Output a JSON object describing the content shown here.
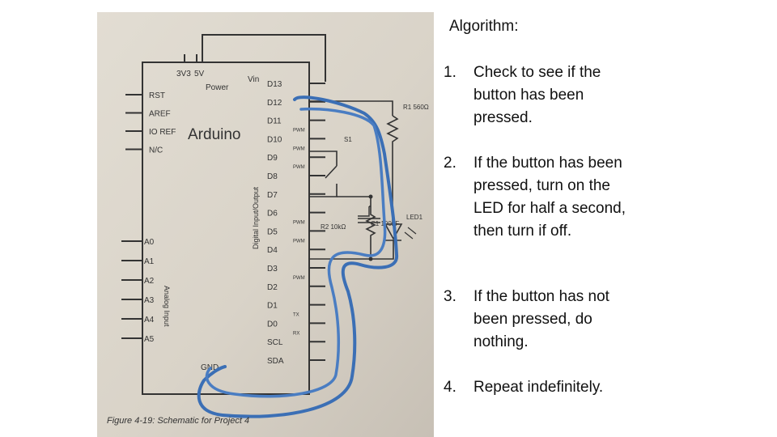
{
  "figure": {
    "caption": "Figure 4-19: Schematic for Project 4",
    "board_name": "Arduino",
    "power_label": "Power",
    "digital_label": "Digital Input/Output",
    "analog_label": "Analog Input",
    "top_pins": [
      "3V3",
      "5V",
      "Vin"
    ],
    "left_pins": [
      "RST",
      "AREF",
      "IO REF",
      "N/C"
    ],
    "analog_pins": [
      "A0",
      "A1",
      "A2",
      "A3",
      "A4",
      "A5"
    ],
    "digital_pins": [
      "D13",
      "D12",
      "D11",
      "D10",
      "D9",
      "D8",
      "D7",
      "D6",
      "D5",
      "D4",
      "D3",
      "D2",
      "D1",
      "D0",
      "SCL",
      "SDA"
    ],
    "pin_tags": [
      "",
      "",
      "PWM",
      "PWM",
      "PWM",
      "",
      "",
      "PWM",
      "PWM",
      "",
      "PWM",
      "",
      "TX",
      "RX",
      "",
      ""
    ],
    "gnd_label": "GND",
    "components": {
      "r1": "R1 560Ω",
      "s1": "S1",
      "r2": "R2 10kΩ",
      "c1": "C1 100nF",
      "led1": "LED1"
    }
  },
  "algorithm": {
    "title": "Algorithm:",
    "steps": [
      {
        "num": "1.",
        "text": "Check to see if the button has been pressed."
      },
      {
        "num": "2.",
        "text": "If the button has been pressed, turn on the LED for half a second, then turn if off."
      },
      {
        "num": "3.",
        "text": "If the button has not been pressed, do nothing."
      },
      {
        "num": "4.",
        "text": "Repeat indefinitely."
      }
    ]
  }
}
